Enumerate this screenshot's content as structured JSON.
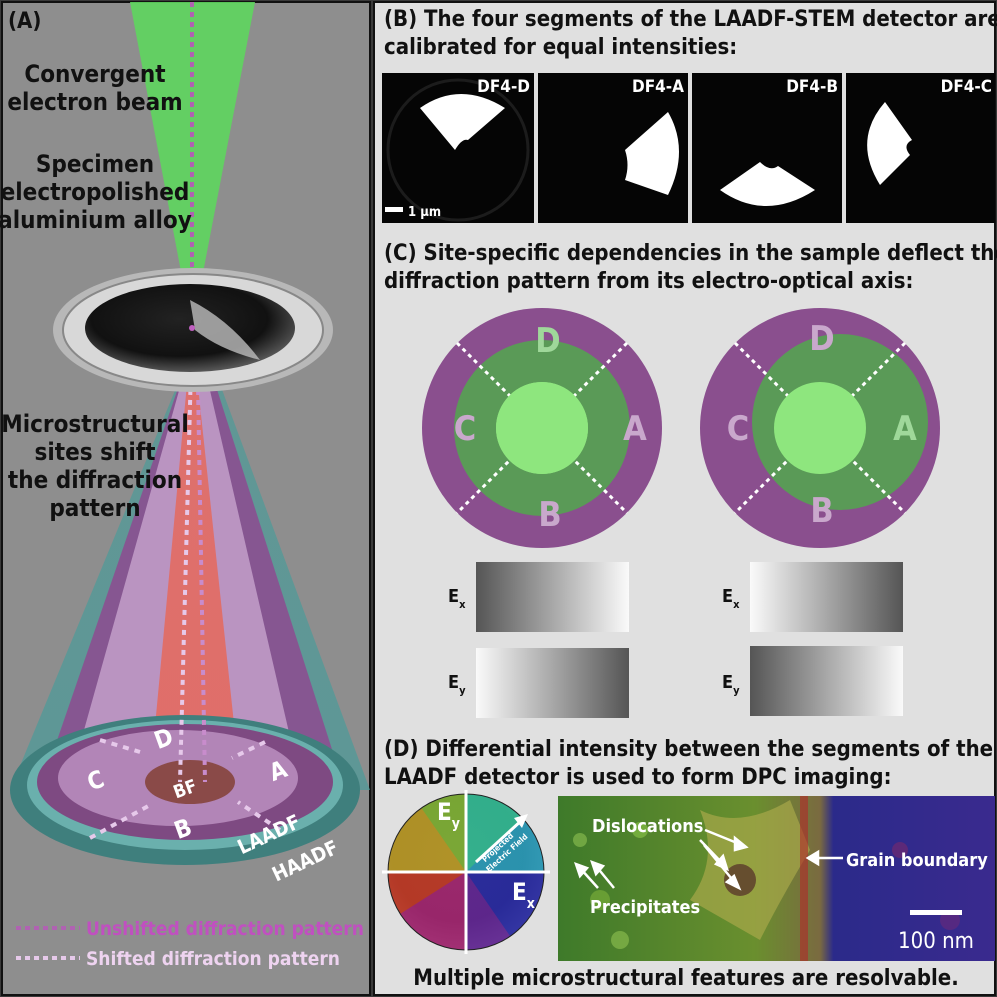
{
  "panel_a": {
    "label": "(A)",
    "beam_label_1": "Convergent",
    "beam_label_2": "electron beam",
    "specimen_label_1": "Specimen",
    "specimen_label_2": "electropolished",
    "specimen_label_3": "aluminium alloy",
    "shift_label_1": "Microstructural",
    "shift_label_2": "sites shift",
    "shift_label_3": "the diffraction",
    "shift_label_4": "pattern",
    "seg_d": "D",
    "seg_a": "A",
    "seg_b": "B",
    "seg_c": "C",
    "bf": "BF",
    "laadf": "LAADF",
    "haadf": "HAADF",
    "legend_unshifted": "Unshifted diffraction pattern",
    "legend_shifted": "Shifted diffraction pattern"
  },
  "panel_b": {
    "caption_1": "(B) The four segments of the LAADF-STEM detector are",
    "caption_2": "calibrated for equal intensities:",
    "images": [
      "DF4-D",
      "DF4-A",
      "DF4-B",
      "DF4-C"
    ],
    "scale": "1 μm"
  },
  "panel_c": {
    "caption_1": "(C) Site-specific dependencies in the sample deflect the",
    "caption_2": "diffraction pattern from its electro-optical axis:",
    "seg_d": "D",
    "seg_a": "A",
    "seg_b": "B",
    "seg_c": "C",
    "ex_main": "E",
    "ex_sub": "x",
    "ey_main": "E",
    "ey_sub": "y"
  },
  "panel_d": {
    "caption_1": "(D) Differential intensity between the segments of the",
    "caption_2": "LAADF detector is used to form DPC imaging:",
    "wheel_ey_main": "E",
    "wheel_ey_sub": "y",
    "wheel_ex_main": "E",
    "wheel_ex_sub": "x",
    "wheel_arrow_1": "Projected",
    "wheel_arrow_2": "Electric Field",
    "dislocations": "Dislocations",
    "grain_boundary": "Grain boundary",
    "precipitates": "Precipitates",
    "scale": "100 nm",
    "footer": "Multiple microstructural features are resolvable."
  },
  "colors": {
    "beam_green": "#5ed65e",
    "purple": "#7e4a82",
    "teal": "#4f9a98",
    "bf_red": "#8a4a48",
    "light_green": "#8ee67e",
    "dark_green": "#4f8f4f",
    "legend_unshifted": "#c88ccc",
    "legend_shifted": "#e6c9ea"
  }
}
